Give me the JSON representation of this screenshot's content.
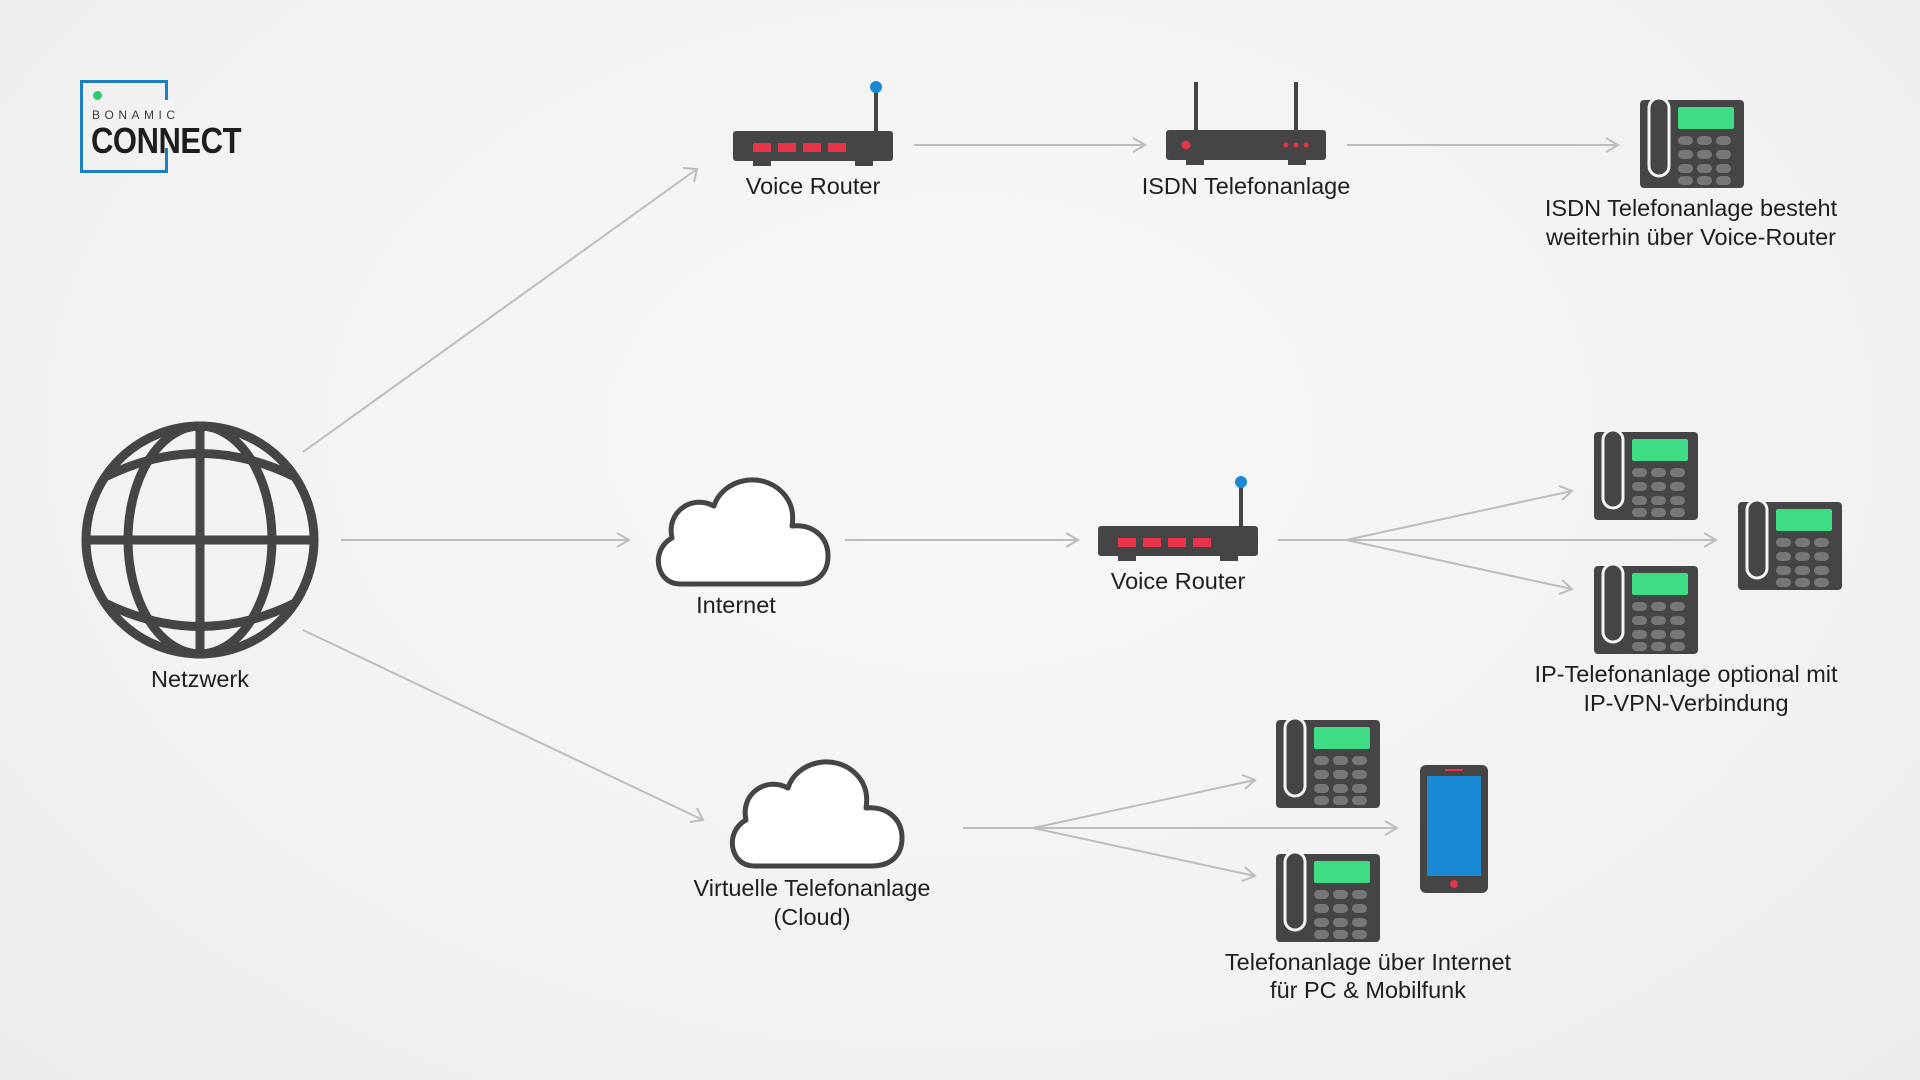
{
  "logo": {
    "small": "BONAMIC",
    "big": "CONNECT"
  },
  "nodes": {
    "network": "Netzwerk",
    "voice_router_top": "Voice Router",
    "isdn_pbx": "ISDN Telefonanlage",
    "isdn_note_line1": "ISDN Telefonanlage besteht",
    "isdn_note_line2": "weiterhin über Voice-Router",
    "internet": "Internet",
    "voice_router_mid": "Voice Router",
    "ip_note_line1": "IP-Telefonanlage optional mit",
    "ip_note_line2": "IP-VPN-Verbindung",
    "cloud_line1": "Virtuelle Telefonanlage",
    "cloud_line2": "(Cloud)",
    "internet_pbx_line1": "Telefonanlage über Internet",
    "internet_pbx_line2": "für PC & Mobilfunk"
  },
  "colors": {
    "device": "#454545",
    "led_red": "#e8334a",
    "antenna_blue": "#1a8ad4",
    "phone_screen": "#3fdc86",
    "mobile_screen": "#1a8ad4",
    "arrow": "#bdbdbd",
    "logo_blue": "#1d7fc2",
    "logo_green": "#2ecc71"
  }
}
